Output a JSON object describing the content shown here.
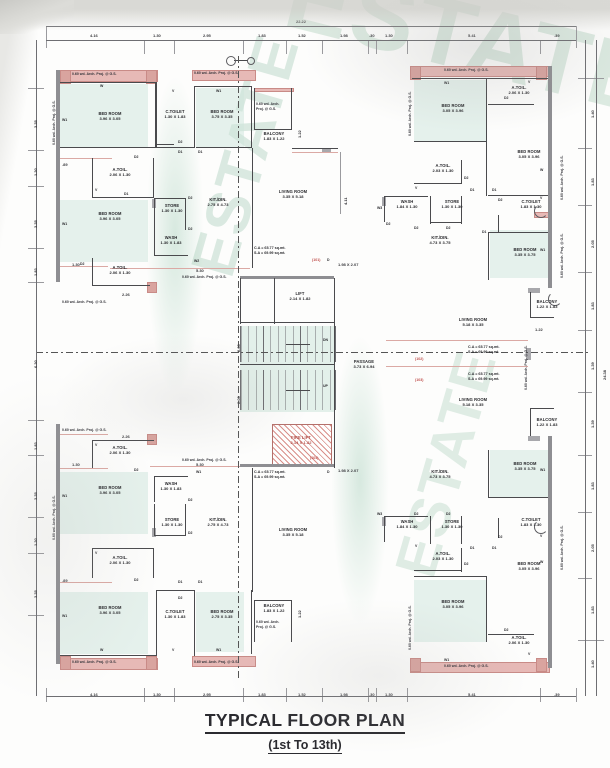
{
  "drawing": {
    "title": "TYPICAL FLOOR PLAN",
    "subtitle": "(1st To 13th)",
    "overall_width": "22.22",
    "overall_height": "24.38",
    "watermark_primary": "ESTATE",
    "watermark_secondary": "ESTATE",
    "colors": {
      "wall": "#8e8e92",
      "inner_wall": "#4a4a4d",
      "projection": "#e7b9b6",
      "room_tint": "#e9f0ec",
      "fire_lift_hatch": "#d98f8a",
      "red_annotation": "#c0504d",
      "watermark_green": "#7ebA9c",
      "title_text": "#2b2b30"
    }
  },
  "notes": {
    "arch_proj": "0.60 wd. Arch. Proj. @ G.S.",
    "arch_proj_wrap1": "0.60 wd. Arch.",
    "arch_proj_wrap2": "Proj. @ G.S."
  },
  "areas": {
    "ca_label": "C.A = 65.77 sq.mt.",
    "sa_label": "S.A = 69.99 sq.mt.",
    "unit_101": "(101)",
    "unit_102": "(102)",
    "unit_103": "(103)",
    "unit_104": "(104)"
  },
  "markers": {
    "w": "W",
    "w1": "W1",
    "w2": "W2",
    "w3": "W3",
    "d": "D",
    "d1": "D1",
    "d2": "D2",
    "v": "V",
    "up": "UP",
    "dn": "DN"
  },
  "rooms": {
    "top_left": [
      {
        "name": "BED ROOM",
        "dim": "3.96 X 3.05"
      },
      {
        "name": "C.TOILET",
        "dim": "1.30 X 1.83"
      },
      {
        "name": "BED ROOM",
        "dim": "3.75 X 3.35"
      },
      {
        "name": "A.TOIL.",
        "dim": "2.06 X 1.30"
      },
      {
        "name": "BALCONY",
        "dim": "1.83 X 1.22"
      },
      {
        "name": "STORE",
        "dim": "1.30 X 1.30"
      },
      {
        "name": "KIT./DIN.",
        "dim": "2.75 X 4.73"
      },
      {
        "name": "LIVING ROOM",
        "dim": "3.35 X 5.18"
      },
      {
        "name": "BED ROOM",
        "dim": "3.96 X 3.05"
      },
      {
        "name": "WASH",
        "dim": "1.30 X 1.83"
      },
      {
        "name": "A.TOIL.",
        "dim": "2.06 X 1.30"
      }
    ],
    "top_right": [
      {
        "name": "BED ROOM",
        "dim": "3.05 X 3.96"
      },
      {
        "name": "A.TOIL.",
        "dim": "2.06 X 1.30"
      },
      {
        "name": "BED ROOM",
        "dim": "3.05 X 3.96"
      },
      {
        "name": "A.TOIL.",
        "dim": "2.03 X 1.30"
      },
      {
        "name": "WASH",
        "dim": "1.84 X 1.30"
      },
      {
        "name": "STORE",
        "dim": "1.30 X 1.30"
      },
      {
        "name": "C.TOILET",
        "dim": "1.83 X 1.30"
      },
      {
        "name": "KIT./DIN.",
        "dim": "4.73 X 3.75"
      },
      {
        "name": "BED ROOM",
        "dim": "3.35 X 3.75"
      },
      {
        "name": "BALCONY",
        "dim": "1.22 X 1.83"
      },
      {
        "name": "LIVING ROOM",
        "dim": "5.18 X 3.35"
      }
    ],
    "bottom_left": [
      {
        "name": "A.TOIL.",
        "dim": "2.06 X 1.30"
      },
      {
        "name": "BED ROOM",
        "dim": "3.96 X 3.05"
      },
      {
        "name": "WASH",
        "dim": "1.30 X 1.83"
      },
      {
        "name": "STORE",
        "dim": "1.30 X 1.30"
      },
      {
        "name": "KIT./DIN.",
        "dim": "2.75 X 4.73"
      },
      {
        "name": "LIVING ROOM",
        "dim": "3.35 X 5.18"
      },
      {
        "name": "A.TOIL.",
        "dim": "2.06 X 1.30"
      },
      {
        "name": "BED ROOM",
        "dim": "3.96 X 3.05"
      },
      {
        "name": "C.TOILET",
        "dim": "1.30 X 1.83"
      },
      {
        "name": "BED ROOM",
        "dim": "2.75 X 3.35"
      },
      {
        "name": "BALCONY",
        "dim": "1.83 X 1.22"
      }
    ],
    "bottom_right": [
      {
        "name": "LIVING ROOM",
        "dim": "5.18 X 3.35"
      },
      {
        "name": "BALCONY",
        "dim": "1.22 X 1.83"
      },
      {
        "name": "BED ROOM",
        "dim": "3.35 X 3.75"
      },
      {
        "name": "KIT./DIN.",
        "dim": "4.73 X 3.75"
      },
      {
        "name": "WASH",
        "dim": "1.84 X 1.30"
      },
      {
        "name": "STORE",
        "dim": "1.30 X 1.30"
      },
      {
        "name": "C.TOILET",
        "dim": "1.83 X 1.30"
      },
      {
        "name": "A.TOIL.",
        "dim": "2.03 X 1.30"
      },
      {
        "name": "BED ROOM",
        "dim": "3.05 X 3.96"
      },
      {
        "name": "BED ROOM",
        "dim": "3.05 X 3.96"
      },
      {
        "name": "A.TOIL.",
        "dim": "2.06 X 1.30"
      }
    ],
    "core": [
      {
        "name": "LIFT",
        "dim": "2.14 X 1.82"
      },
      {
        "name": "PASSAGE",
        "dim": "3.73 X 6.94"
      },
      {
        "name": "FIRE LIFT",
        "dim": "2.14 X 1.82"
      }
    ]
  },
  "core_dims": {
    "passage_width": "1.98 X 2.07",
    "passage_width_2": "1.98 X 2.07",
    "stair_run_1": "2.00",
    "stair_run_2": "2.00",
    "stair_tread": "2.00"
  },
  "dimensions": {
    "top_chain": [
      "4.16",
      "1.30",
      "2.95",
      "1.83",
      "1.52",
      "1.98",
      ".30",
      "1.30",
      "5.41",
      ".39"
    ],
    "bottom_chain": [
      "4.16",
      "1.30",
      "2.95",
      "1.83",
      "1.52",
      "1.98",
      ".30",
      "1.30",
      "5.41",
      ".39"
    ],
    "left_chain": [
      "3.35",
      "1.30",
      "3.35",
      "1.83",
      "6.30",
      "1.83",
      "3.35",
      "1.30",
      "3.35"
    ],
    "right_chain": [
      "1.40",
      "1.83",
      "2.05",
      "1.83",
      "1.39",
      "1.39",
      "1.83",
      "2.05",
      "1.83",
      "1.40"
    ],
    "right_overall": "24.38",
    "inner_left": [
      "2.26",
      "1.30",
      "5.30",
      "2.26",
      "1.98",
      "4.11"
    ],
    "misc": [
      "1.30",
      "2.26",
      "5.30",
      "1.83",
      "1.22",
      "1.22",
      "2.07",
      "1.98"
    ]
  }
}
